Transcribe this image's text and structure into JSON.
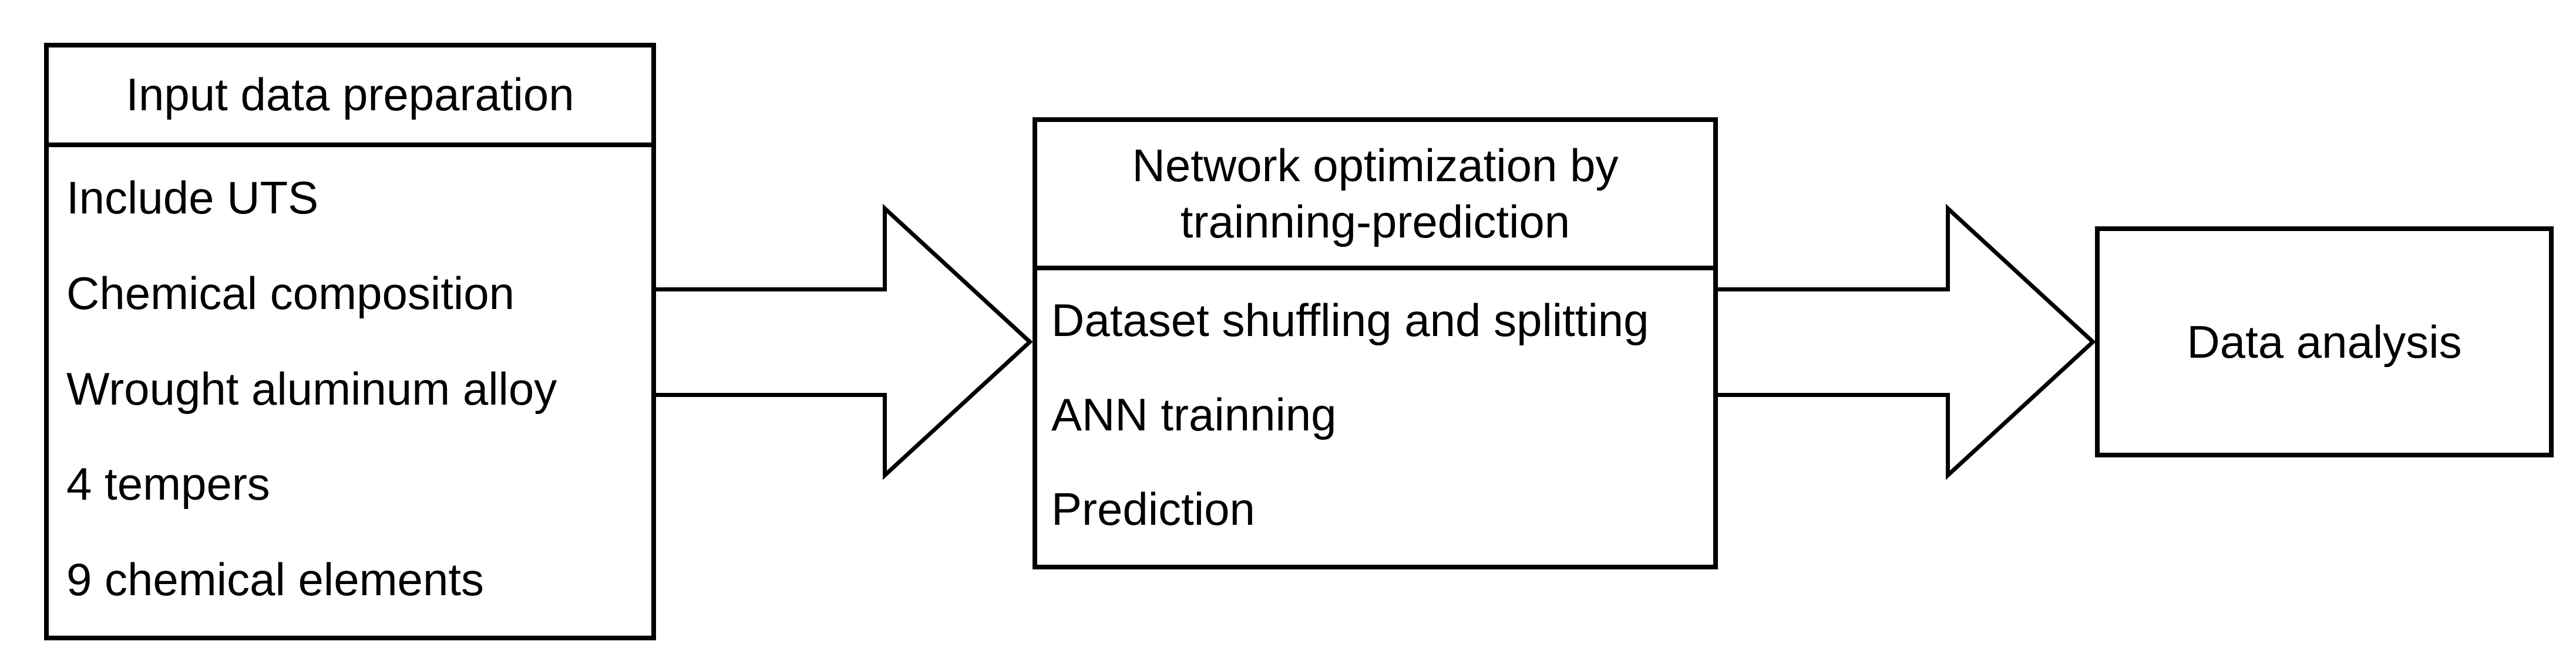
{
  "colors": {
    "background": "#ffffff",
    "line": "#000000",
    "text": "#000000"
  },
  "boxes": {
    "input": {
      "title": "Input data preparation",
      "items": [
        "Include UTS",
        "Chemical composition",
        "Wrought aluminum alloy",
        "4 tempers",
        "9 chemical elements"
      ]
    },
    "network": {
      "title": "Network optimization by trainning-prediction",
      "items": [
        "Dataset shuffling and splitting",
        "ANN trainning",
        "Prediction"
      ]
    },
    "analysis": {
      "title": "Data analysis"
    }
  },
  "arrows": [
    {
      "from": "input",
      "to": "network",
      "direction": "right"
    },
    {
      "from": "network",
      "to": "analysis",
      "direction": "right"
    }
  ]
}
